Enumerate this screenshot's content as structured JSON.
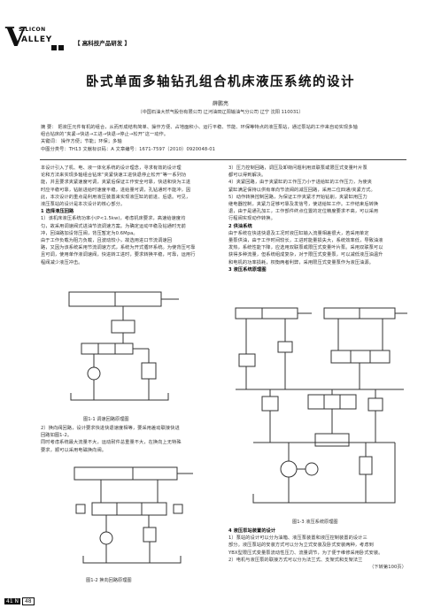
{
  "header": {
    "logo_silicon": "SILICON",
    "logo_v": "V",
    "logo_valley": "ALLEY",
    "section": "【 高科技产品研发 】"
  },
  "title": "卧式单面多轴钻孔组合机床液压系统的设计",
  "author": "薛鹏亮",
  "affiliation": "（中国石油大然气股份有限公司 辽河油田辽阳输油气分公司 辽宁 沈阳 110031）",
  "abstract": {
    "lines": [
      "摘    要：  把液压元件有机的组合，从而形成结构简单、操作方便、占地面积小、运行平稳、节能、环保等特点的液压泵站，通过泵站的工作来自动实现多轴",
      "组合钻床的“夹紧→快进→工进→快退→停止→松开”这一动作。"
    ],
    "keywords": "关键词：  操作方便；节能；环保；多轴",
    "classification": "中图分类号：TH13   文献标识码：A   文章编号：1671-7597（2010）0920048-01"
  },
  "left_column": [
    {
      "text": "    本设计引入了机、电、液一体化系统的设计理念，寻求有效的设计理",
      "bold": false
    },
    {
      "text": "论和方法来实现多轴组合钻床“夹紧快速工进快退停止松开”等一系列功",
      "bold": false
    },
    {
      "text": "能，并且要求夹紧速度可调，夹紧后保证工作安全可靠，快进和快为工进",
      "bold": false
    },
    {
      "text": "时应平稳可靠，钻削进给时速度平稳，进给量可调，孔钻通时不能冲，因",
      "bold": false
    },
    {
      "text": "此，本次设计的重点是利用液压装置来实现液压缸的前进、后退。可见，",
      "bold": false
    },
    {
      "text": "液压泵站的设计是本次设计的核心部分。",
      "bold": false
    },
    {
      "text": "  1 选择液压回路",
      "bold": true
    },
    {
      "text": "    1）该机床液压系统功率小(P<1.5kw)，考虑机床要求，高速给速度均",
      "bold": false
    },
    {
      "text": "匀，故采用调速阀式进油节流调速方案。为确定运动平稳及钻通时无前",
      "bold": false
    },
    {
      "text": "冲，回油路加设背压阀，背压暂定为0.6Mpa。",
      "bold": false
    },
    {
      "text": "    由于工作负载为阻力负载，且波动较小，故选用进口节流调速回",
      "bold": false
    },
    {
      "text": "路，又因为该系统采用节流调速方式，系统为开式循环系统。为使背压可靠",
      "bold": false
    },
    {
      "text": "且可调，使用单作液调速阀，快进转工进时，要求转换平稳，可靠，运用行",
      "bold": false
    },
    {
      "text": "程阀减少液压冲击。",
      "bold": false
    }
  ],
  "right_column_top": [
    {
      "text": "    3）压力控制回路，调压及卸荷问题利用双联泵或限压式变量叶片泵",
      "bold": false
    },
    {
      "text": "都可以得到解决。",
      "bold": false
    },
    {
      "text": "    4）夹紧回路，由于夹紧缸的工作压力小于进给缸的工作压力，为使夹",
      "bold": false
    },
    {
      "text": "紧缸满足保持以供有单向节流阀的减压回路，采用二位四通/夹紧方式。",
      "bold": false
    },
    {
      "text": "    5）动作转换控制回路，为保证工作夹紧才开始钻削，夹紧缸用压力",
      "bold": false
    },
    {
      "text": "继电器控制，夹紧力足够可靠及发信号，使进给缸工作。工作结束后转换",
      "bold": false
    },
    {
      "text": "退，由于是通孔加工，工作部件终点位置的定位精度要求不高，可以采用",
      "bold": false
    },
    {
      "text": "行程阀实现动作转换。",
      "bold": false
    },
    {
      "text": "  2 供油系统",
      "bold": true
    },
    {
      "text": "    由于系统在快进快退及工况时液压缸输入流量相差很大，若采用单定",
      "bold": false
    },
    {
      "text": "量泵供油，由于工作时间较长，工进时能量损失大，系统效率低，导致油液",
      "bold": false
    },
    {
      "text": "发热，系统性能下降，应选用双联泵或限压式变量叶片泵。采用双联泵可以",
      "bold": false
    },
    {
      "text": "获得多种流量，但系统组成复杂，对于限压式变量泵，可以减低液压油温升",
      "bold": false
    },
    {
      "text": "和电机的功率损耗，权衡两者利弊，采用限压式变量泵作为液压油源。",
      "bold": false
    },
    {
      "text": "  3 液压系统原理图",
      "bold": true
    }
  ],
  "fig1_caption": "图1-1   调速回路原理图",
  "left_mid": [
    {
      "text": "    2）换向阀回路，设计要求快进快退速度相等，要采用差动联接快进",
      "bold": false
    },
    {
      "text": "回路如图1-2。",
      "bold": false
    },
    {
      "text": "    同时考虑系统最大流量不大，运动耐件总重量不大，在换向上无特殊",
      "bold": false
    },
    {
      "text": "要求，顺可以采用电磁换向阀。",
      "bold": false
    }
  ],
  "fig2_caption": "图1-2   换向回路原理图",
  "fig3_caption": "图1-3   液压系统原理图",
  "right_bottom": [
    {
      "text": "  4 液压泵站装置的设计",
      "bold": true
    },
    {
      "text": "    1）泵站的设计可以分为油箱、液压泵装置和液压控制装置的设计三",
      "bold": false
    },
    {
      "text": "部分。液压泵站的安装方式可以分为立式安装及卧式安装两种，考虑到",
      "bold": false
    },
    {
      "text": "YBX型限压式变量泵流动性压力、流量调节，为了便于维修采用卧式安装。",
      "bold": false
    },
    {
      "text": "    2）电机与液压泵的联接方式可以分为法兰式、支架式和支架法兰",
      "bold": false
    },
    {
      "text": "（下转第100页）",
      "bold": false
    }
  ],
  "page": {
    "block": "41 N",
    "number": "48"
  }
}
